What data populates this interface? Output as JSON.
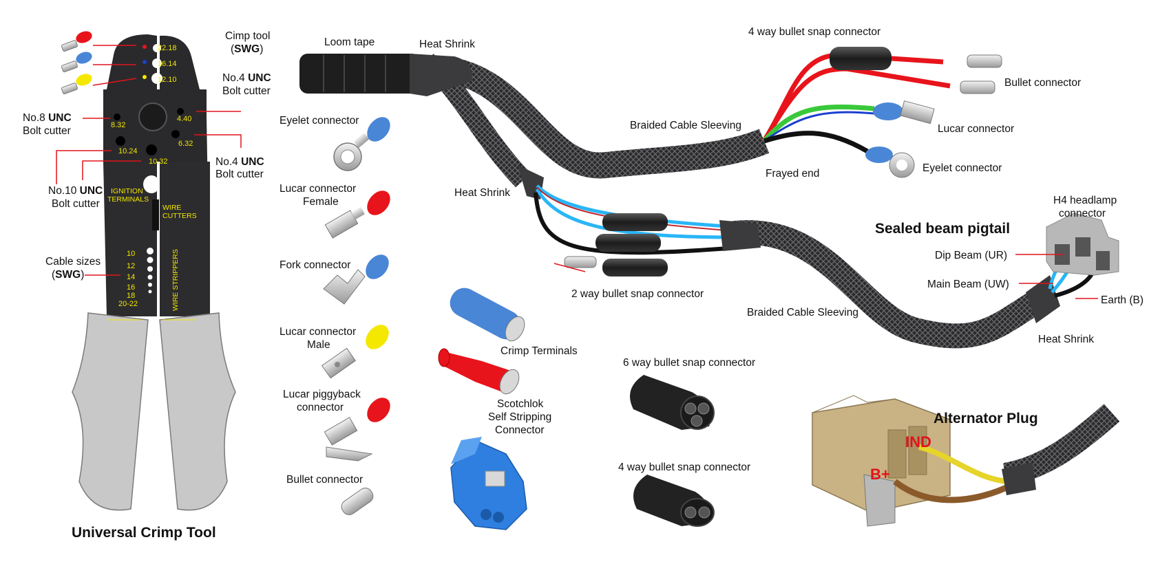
{
  "crimp_tool": {
    "title": "Universal Crimp Tool",
    "cimp_tool": "Cimp tool",
    "swg": "SWG",
    "no4": "No.4 ",
    "no8": "No.8 ",
    "no10": "No.10 ",
    "unc": "UNC",
    "bolt_cutter": "Bolt cutter",
    "cable_sizes": "Cable sizes",
    "crimp_sizes": [
      "22.18",
      "16.14",
      "12.10"
    ],
    "bolt_sizes": [
      "4.40",
      "8.32",
      "6.32",
      "10.24",
      "10.32"
    ],
    "ignition_1": "IGNITION",
    "ignition_2": "TERMINALS",
    "wire_1": "WIRE",
    "wire_2": "CUTTERS",
    "wire_strippers": "WIRE STRIPPERS",
    "strip_sizes": [
      "10",
      "12",
      "14",
      "16",
      "18",
      "20-22"
    ]
  },
  "connectors": {
    "eyelet": "Eyelet connector",
    "lucar_female_1": "Lucar connector",
    "lucar_female_2": "Female",
    "fork": "Fork connector",
    "lucar_male_1": "Lucar connector",
    "lucar_male_2": "Male",
    "piggyback_1": "Lucar  piggyback",
    "piggyback_2": "connector",
    "bullet": "Bullet connector",
    "crimp_terminals": "Crimp Terminals",
    "scotchlok_1": "Scotchlok",
    "scotchlok_2": "Self Stripping",
    "scotchlok_3": "Connector",
    "six_way": "6 way bullet snap connector",
    "four_way_bottom": "4 way bullet snap connector"
  },
  "harness": {
    "loom_tape": "Loom tape",
    "heat_shrink_top": "Heat Shrink",
    "four_way": "4 way bullet snap connector",
    "bullet_connector": "Bullet connector",
    "braided_top": "Braided Cable Sleeving",
    "lucar_connector": "Lucar connector",
    "eyelet_connector": "Eyelet connector",
    "frayed_end": "Frayed end",
    "heat_shrink_mid": "Heat Shrink",
    "two_way": "2 way bullet snap connector",
    "braided_bottom": "Braided Cable Sleeving",
    "sealed_beam": "Sealed beam pigtail",
    "h4_1": "H4 headlamp",
    "h4_2": "connector",
    "dip_beam": "Dip Beam (UR)",
    "main_beam": "Main Beam (UW)",
    "earth": "Earth (B)",
    "heat_shrink_bottom": "Heat Shrink"
  },
  "alternator": {
    "title": "Alternator Plug",
    "ind": "IND",
    "b_plus": "B+"
  },
  "colors": {
    "red": "#e8141b",
    "blue": "#4a86d6",
    "yellow": "#f4e800",
    "sleeve": "#2e2e30",
    "tool_body": "#2a2a2c",
    "handle": "#c8c8c8",
    "plug": "#c9b385"
  }
}
